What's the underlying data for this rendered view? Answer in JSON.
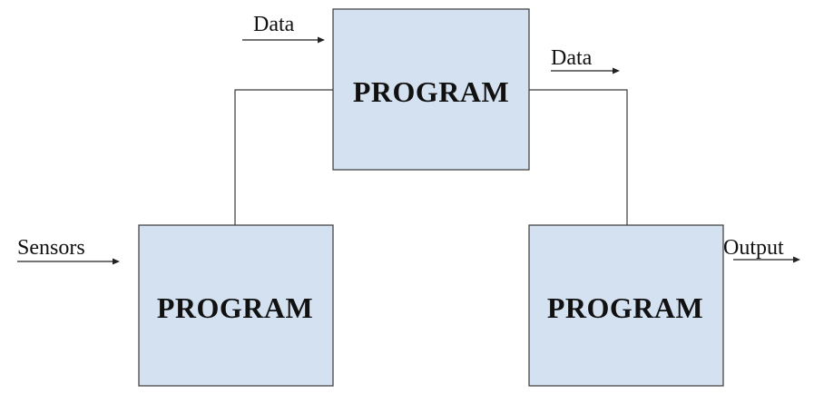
{
  "blocks": {
    "top": {
      "label": "PROGRAM"
    },
    "left": {
      "label": "PROGRAM"
    },
    "right": {
      "label": "PROGRAM"
    }
  },
  "arrows": {
    "data_in": {
      "label": "Data"
    },
    "data_out": {
      "label": "Data"
    },
    "sensors": {
      "label": "Sensors"
    },
    "output": {
      "label": "Output"
    }
  },
  "colors": {
    "block_fill": "#d4e1f1",
    "stroke": "#3a3a3a"
  }
}
